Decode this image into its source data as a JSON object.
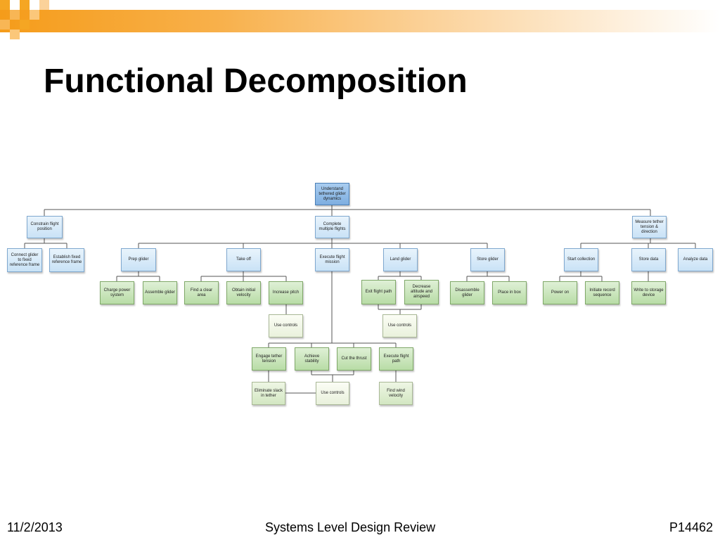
{
  "slide": {
    "title": "Functional Decomposition",
    "footer_left": "11/2/2013",
    "footer_center": "Systems Level Design Review",
    "footer_right": "P14462"
  },
  "diagram": {
    "nodes": {
      "root": "Understand tethered glider dynamics",
      "constrain": "Constrain flight position",
      "connect": "Connect glider to fixed reference frame",
      "establish": "Establish fixed reference frame",
      "complete": "Complete multiple flights",
      "prep": "Prep glider",
      "charge": "Charge power system",
      "assemble": "Assemble glider",
      "takeoff": "Take off",
      "findarea": "Find a clear area",
      "obtain": "Obtain initial velocity",
      "increase": "Increase pitch",
      "usectl1": "Use controls",
      "execute": "Execute flight mission",
      "engage": "Engage tether tension",
      "achieve": "Achieve stability",
      "cut": "Cut the thrust",
      "execpath": "Execute flight path",
      "eliminate": "Eliminate slack in tether",
      "usectl3": "Use controls",
      "findwind": "Find wind velocity",
      "land": "Land glider",
      "exitpath": "Exit flight path",
      "decrease": "Decrease altitude and airspeed",
      "usectl2": "Use controls",
      "store": "Store glider",
      "disassemble": "Disassemble glider",
      "placebox": "Place in box",
      "measure": "Measure tether tension & direction",
      "startcol": "Start collection",
      "poweron": "Power on",
      "initiate": "Initiate record sequence",
      "storedata": "Store data",
      "writestorage": "Write to storage device",
      "analyze": "Analyze data"
    }
  }
}
